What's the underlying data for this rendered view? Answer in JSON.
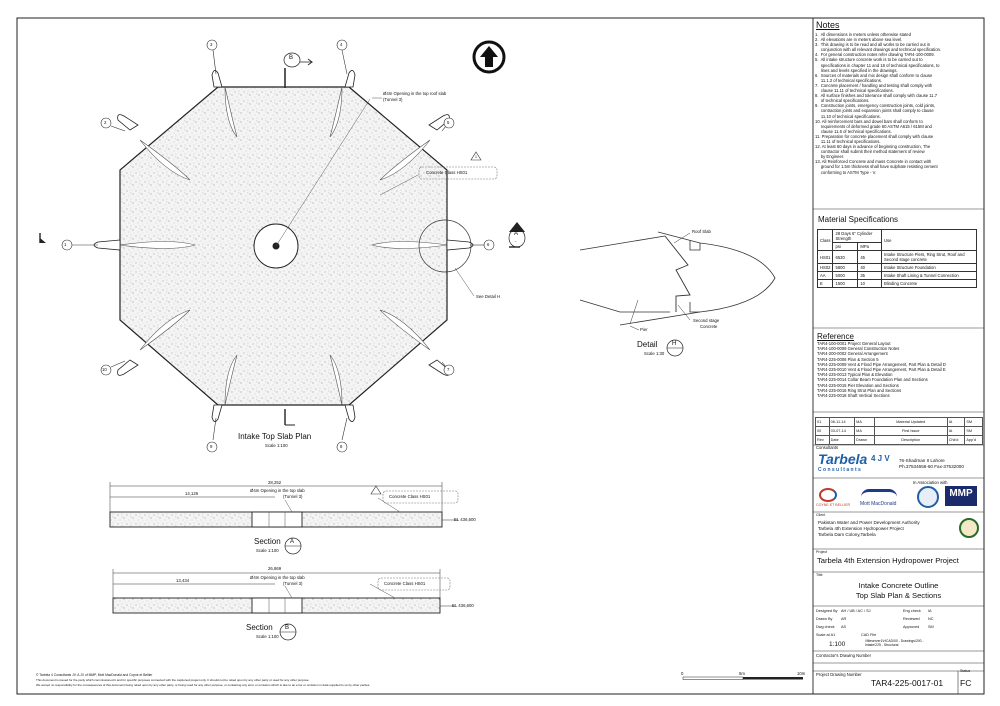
{
  "drawing": {
    "plan_title": "Intake Top Slab Plan",
    "plan_scale": "Scale 1:100",
    "opening_label": "Ø4m Opening in the top roof slab",
    "opening_sub": "(Tunnel 3)",
    "concrete_class": "Concrete Class HS01",
    "see_detail": "See Detail H",
    "section_marker_b": "B",
    "section_marker_a": "A",
    "dash": "-",
    "pier_numbers": [
      "1",
      "2",
      "3",
      "4",
      "5",
      "6",
      "7",
      "8",
      "9",
      "10"
    ],
    "detail": {
      "title": "Detail",
      "letter": "H",
      "scale": "Scale 1:30",
      "roof_slab": "Roof Slab",
      "pier": "Pier",
      "second_stage_1": "Second stage",
      "second_stage_2": "Concrete"
    },
    "section_a": {
      "title": "Section",
      "letter": "A",
      "scale": "Scale 1:100",
      "dim_total": "28,252",
      "dim_part": "14,126",
      "opening": "Ø4m Opening in the top slab",
      "opening_sub": "(Tunnel 3)",
      "class": "Concrete Class HS01",
      "el": "EL 436,600"
    },
    "section_b": {
      "title": "Section",
      "letter": "B",
      "scale": "Scale 1:100",
      "dim_total": "26,869",
      "dim_part": "13,434",
      "opening": "Ø4m Opening in the top slab",
      "opening_sub": "(Tunnel 3)",
      "class": "Concrete Class HS01",
      "el": "EL 436,600"
    },
    "scale_bar": [
      "0",
      "5m",
      "10m"
    ],
    "triangle_mark": "1",
    "footer_1": "© Tarbela 4 Consultants JV. A JV of MMP, Mott MacDonald and Coyne et Bellier",
    "footer_2": "This document is issued for the party which commissioned it and for specific purposes connected with the captioned project only. It should not be relied upon by any other party or used for any other purpose.",
    "footer_3": "We accept no responsibility for the consequences of this document being relied upon by any other party, or being used for any other purpose, or containing any error or omission which is due to an error or omission in data supplied to us by other parties."
  },
  "notes": {
    "title": "Notes",
    "items": [
      "1.  All dimensions in meters unless otherwise stated",
      "2.  All elevations are in meters above sea level.",
      "3.  This drawing is to be read and all works to be carried out in",
      "     conjunction with all relevant drawings and technical specification.",
      "4.  For general construction notes refer drawing TAR4-100-0009.",
      "5.  All intake structure concrete work is to be carried out to",
      "     specifications in chapter 11 and 18 of technical specifications, to",
      "     lines and levels specified in the drawings.",
      "6.  Sources of materials and mix design shall conform to clause",
      "     11.1.2 of technical specifications.",
      "7.  Concrete placement / handling and testing shall comply with",
      "     clause 11.11 of technical specifications.",
      "8.  All surface finishes and tolerance shall comply with clause 11.7",
      "     of technical specifications.",
      "9.  Construction joints, emergency construction joints, cold joints,",
      "     contraction joints and expansion joints shall comply to clause",
      "     11.10 of technical specifications.",
      "10. All reinforcement bars and dowel bars shall conform to",
      "     requirements of deformed grade 60 ASTM A615 / 615M and",
      "     clause 11.6 of technical specifications.",
      "11. Preparation for concrete placement shall comply with clause",
      "     11.11 of technical specifications.",
      "12. At least 60 days in advance of beginning construction, The",
      "     contractor shall submit their method statement of review",
      "     by Engineer.",
      "13. All Reinforced Concrete and mass Concrete in contact with",
      "     ground for 1.5m thickness shall have sulphate resisting cement",
      "     conforming to ASTM Type - V."
    ]
  },
  "materials": {
    "title": "Material Specifications",
    "head_class": "Class",
    "head_strength": "28 Days 6\" Cylinder Strength",
    "head_psi": "psi",
    "head_mpa": "MPa",
    "head_use": "Use",
    "rows": [
      {
        "cls": "HS01",
        "psi": "6530",
        "mpa": "45",
        "use": "Intake Structure Piers, Ring Strut, Roof and Second stage concrete"
      },
      {
        "cls": "HS02",
        "psi": "5800",
        "mpa": "40",
        "use": "Intake Structure Foundation"
      },
      {
        "cls": "AA",
        "psi": "5000",
        "mpa": "35",
        "use": "Intake Shaft Lining & Tunnel Connection"
      },
      {
        "cls": "E",
        "psi": "1500",
        "mpa": "10",
        "use": "Blinding Concrete"
      }
    ]
  },
  "reference": {
    "title": "Reference",
    "items": [
      "TAR4-100-0001 Project General Layout",
      "TAR4-100-0009 General Construction Notes",
      "TAR4-200-0002 General Arrangement",
      "TAR4-225-0006 Plan & Section 5",
      "TAR4-225-0009 Vent & Flood Pipe Arrangement, Part Plan & Detail D",
      "TAR4-225-0010 Vent & Flood Pipe Arrangement, Part Plan & Detail E",
      "TAR4-225-0013 Typical Plan & Elevation",
      "TAR4-225-0014 Collar Beam Foundation Plan and Sections",
      "TAR4-225-0015 Pier Elevation and Sections",
      "TAR4-225-0016 Ring Strut Plan and Sections",
      "TAR4-225-0018 Shaft Vertical Sections"
    ]
  },
  "revisions": {
    "rows": [
      [
        "01",
        "06-11-14",
        "MA",
        "Material Updated",
        "IA",
        "SM"
      ],
      [
        "00",
        "03-07-14",
        "MA",
        "First Issue",
        "IA",
        "SM"
      ]
    ],
    "header": [
      "Rev",
      "Date",
      "Drawn",
      "Description",
      "Chk'd",
      "App'd"
    ]
  },
  "consultants": {
    "label": "Consultants",
    "logo_main": "Tarbela",
    "logo_jv": "4 J V",
    "logo_sub": "C o n s u l t a n t s",
    "address_1": "76-Shadman II Lahore",
    "address_2": "Ph.37534656-60 Fax-37532000",
    "association": "In Association with",
    "coyne": "COYNE ET BELLIER",
    "mott": "Mott MacDonald",
    "mmp": "MMP"
  },
  "client": {
    "label": "Client",
    "line_1": "Pakistan Water and Power Development Authority",
    "line_2": "Tarbela 4th Extension Hydropower Project",
    "line_3": "Tarbela Dam Colony,Tarbela"
  },
  "project": {
    "label": "Project",
    "name": "Tarbela 4th Extension Hydropower Project"
  },
  "title_block": {
    "label": "Title",
    "line_1": "Intake Concrete Outline",
    "line_2": "Top Slab Plan & Sections",
    "designed_by_lbl": "Designed By",
    "designed_by": "AH / UB / AC / SJ",
    "eng_check_lbl": "Eng check",
    "eng_check": "IA",
    "drawn_by_lbl": "Drawn By",
    "drawn_by": "AR",
    "reviewed_lbl": "Reviewed",
    "reviewed": "NC",
    "dwg_check_lbl": "Dwg check",
    "dwg_check": "AS",
    "approved_lbl": "Approved",
    "approved": "SM",
    "scale_lbl": "Scale at A1",
    "scale": "1:100",
    "cad_lbl": "CAD File",
    "cad": "\\\\fileserver1\\HCAD\\00 - Drawings\\200 - Intake\\225 - Structural",
    "contractor_lbl": "Contractor's Drawing Number",
    "proj_no_lbl": "Project Drawing Number",
    "proj_no": "TAR4-225-0017-01",
    "status_lbl": "Status",
    "status": "FC"
  }
}
